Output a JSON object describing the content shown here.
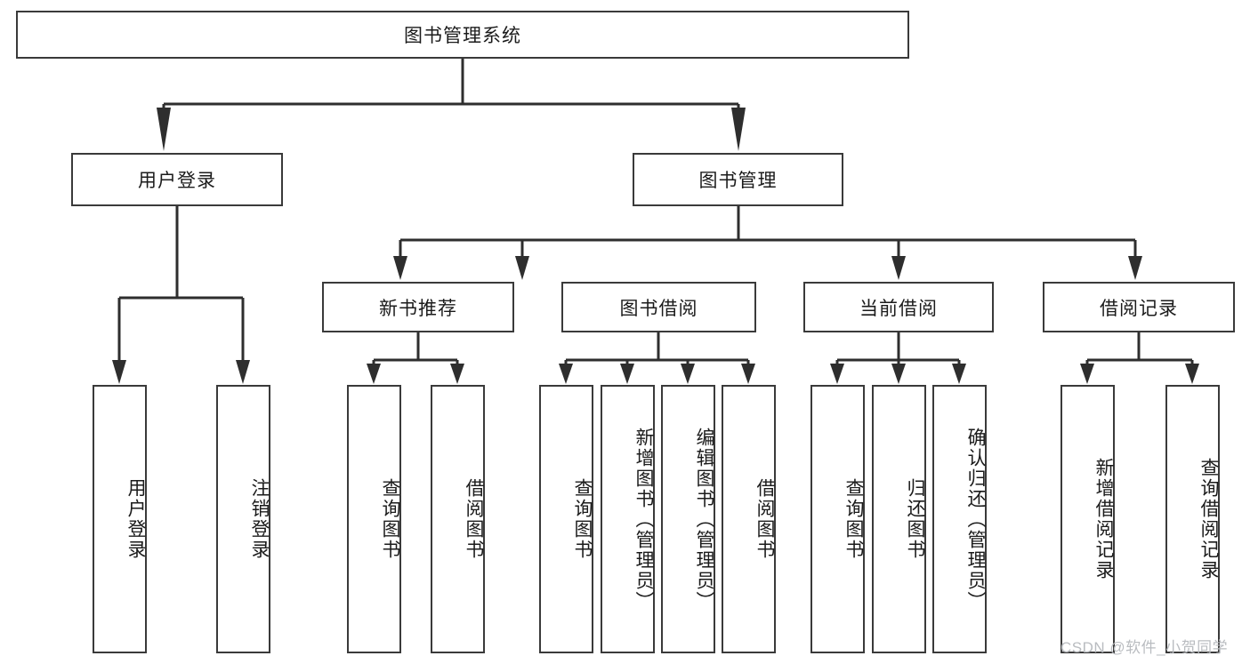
{
  "diagram": {
    "title": "图书管理系统",
    "watermark": "CSDN @软件_小贺同学",
    "colors": {
      "stroke": "#3a3a3a",
      "fill": "#ffffff",
      "text": "#1b1b1b",
      "watermark": "#b9bcc0"
    },
    "nodes": {
      "root": "图书管理系统",
      "user_login": "用户登录",
      "book_manage": "图书管理",
      "new_book_rec": "新书推荐",
      "book_borrow": "图书借阅",
      "current_borrow": "当前借阅",
      "borrow_record": "借阅记录",
      "leaf_user_login": "用户登录",
      "leaf_logout": "注销登录",
      "leaf_query_book_1": "查询图书",
      "leaf_borrow_book_1": "借阅图书",
      "leaf_query_book_2": "查询图书",
      "leaf_add_book": "新增图书（管理员）",
      "leaf_edit_book": "编辑图书（管理员）",
      "leaf_borrow_book_2": "借阅图书",
      "leaf_query_book_3": "查询图书",
      "leaf_return_book": "归还图书",
      "leaf_confirm_return": "确认归还（管理员）",
      "leaf_add_record": "新增借阅记录",
      "leaf_query_record": "查询借阅记录"
    }
  }
}
